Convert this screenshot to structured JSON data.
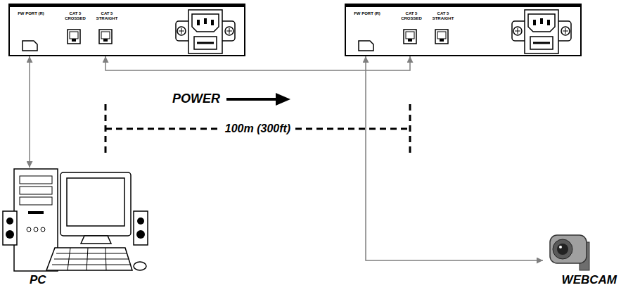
{
  "diagram": {
    "nodes": [
      {
        "text": [
          "FW PORT (R)",
          "CAT 5 CROSSED",
          "CAT 5 STRAIGHT"
        ]
      },
      {
        "text": [
          "FW PORT (R)",
          "CAT 5 CROSSED",
          "CAT 5 STRAIGHT"
        ]
      },
      {
        "text": [
          "PC"
        ]
      },
      {
        "text": [
          "WEBCAM"
        ]
      }
    ],
    "edges": [
      {
        "from": 2,
        "to": 0,
        "arrow": "both"
      },
      {
        "from": 0,
        "to": 1,
        "arrow": "both"
      },
      {
        "from": 1,
        "to": 3,
        "arrow": "both"
      }
    ],
    "labels": [
      "POWER",
      "100m (300ft)"
    ]
  }
}
